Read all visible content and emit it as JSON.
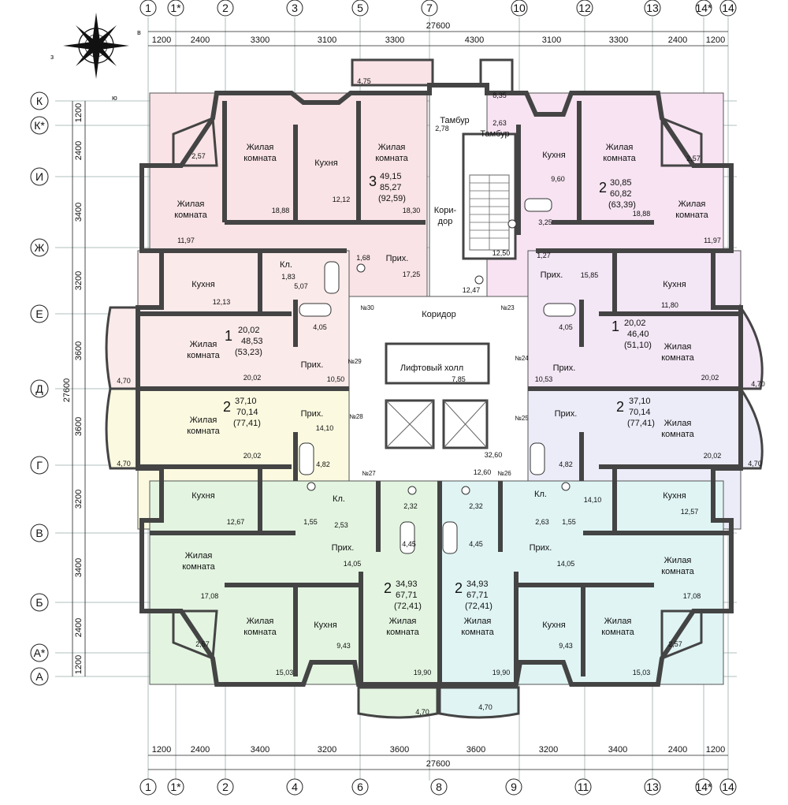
{
  "compass": {
    "labels": [
      "в",
      "з",
      "ю"
    ]
  },
  "axes": {
    "top": [
      "1",
      "1*",
      "2",
      "3",
      "5",
      "7",
      "10",
      "12",
      "13",
      "14*",
      "14"
    ],
    "bottom": [
      "1",
      "1*",
      "2",
      "4",
      "6",
      "8",
      "9",
      "11",
      "13",
      "14*",
      "14"
    ],
    "left": [
      "К",
      "К*",
      "И",
      "Ж",
      "Е",
      "Д",
      "Г",
      "В",
      "Б",
      "А*",
      "А"
    ]
  },
  "dims": {
    "total": "27600",
    "top": [
      "1200",
      "2400",
      "3300",
      "3100",
      "3300",
      "4300",
      "3100",
      "3300",
      "2400",
      "1200"
    ],
    "bottom": [
      "1200",
      "2400",
      "3400",
      "3200",
      "3600",
      "3600",
      "3200",
      "3400",
      "2400",
      "1200"
    ],
    "left": [
      "1200",
      "2400",
      "3400",
      "3200",
      "3600",
      "3600",
      "3200",
      "3400",
      "2400",
      "1200"
    ]
  },
  "apartments": [
    {
      "rooms": "3",
      "lines": [
        "49,15",
        "85,27",
        "(92,59)"
      ]
    },
    {
      "rooms": "2",
      "lines": [
        "30,85",
        "60,82",
        "(63,39)"
      ]
    },
    {
      "rooms": "1",
      "lines": [
        "20,02",
        "48,53",
        "(53,23)"
      ]
    },
    {
      "rooms": "1",
      "lines": [
        "20,02",
        "46,40",
        "(51,10)"
      ]
    },
    {
      "rooms": "2",
      "lines": [
        "37,10",
        "70,14",
        "(77,41)"
      ]
    },
    {
      "rooms": "2",
      "lines": [
        "37,10",
        "70,14",
        "(77,41)"
      ]
    },
    {
      "rooms": "2",
      "lines": [
        "34,93",
        "67,71",
        "(72,41)"
      ]
    },
    {
      "rooms": "2",
      "lines": [
        "34,93",
        "67,71",
        "(72,41)"
      ]
    }
  ],
  "labels": {
    "living": [
      "Жилая",
      "комната"
    ],
    "kitchen": "Кухня",
    "hall": "Прих.",
    "closet": "Кл.",
    "corridor": "Коридор",
    "corridor_v": [
      "Кори-",
      "дор"
    ],
    "tambour": "Тамбур",
    "lift_hall": "Лифтовый холл"
  },
  "areas": [
    "4,75",
    "8,35",
    "2,78",
    "2,63",
    "2,57",
    "18,88",
    "12,12",
    "18,30",
    "9,60",
    "18,88",
    "2,57",
    "11,97",
    "1,68",
    "17,25",
    "12,50",
    "3,25",
    "1,27",
    "11,97",
    "1,83",
    "5,07",
    "12,47",
    "15,85",
    "12,13",
    "11,80",
    "4,05",
    "4,05",
    "20,02",
    "10,50",
    "7,85",
    "10,53",
    "20,02",
    "4,70",
    "4,70",
    "14,10",
    "20,02",
    "4,82",
    "32,60",
    "4,82",
    "20,02",
    "4,70",
    "4,70",
    "12,60",
    "14,10",
    "2,32",
    "2,32",
    "12,67",
    "1,55",
    "2,53",
    "2,63",
    "1,55",
    "12,57",
    "4,45",
    "4,45",
    "14,05",
    "14,05",
    "17,08",
    "17,08",
    "2,57",
    "9,43",
    "9,43",
    "2,57",
    "15,03",
    "19,90",
    "19,90",
    "15,03",
    "4,70",
    "4,70"
  ],
  "numbers": [
    "№30",
    "№23",
    "№29",
    "№24",
    "№28",
    "№25",
    "№27",
    "№26"
  ],
  "colors": {
    "apt3": "#f9e3e6",
    "apt2_ne": "#f7e3f2",
    "apt1_w": "#fbeaea",
    "apt1_e": "#f3e6f5",
    "apt2_w": "#fbfae0",
    "apt2_e": "#ececf8",
    "apt2_sw": "#e3f5e1",
    "apt2_se": "#e0f4f4",
    "wall": "#444444"
  }
}
